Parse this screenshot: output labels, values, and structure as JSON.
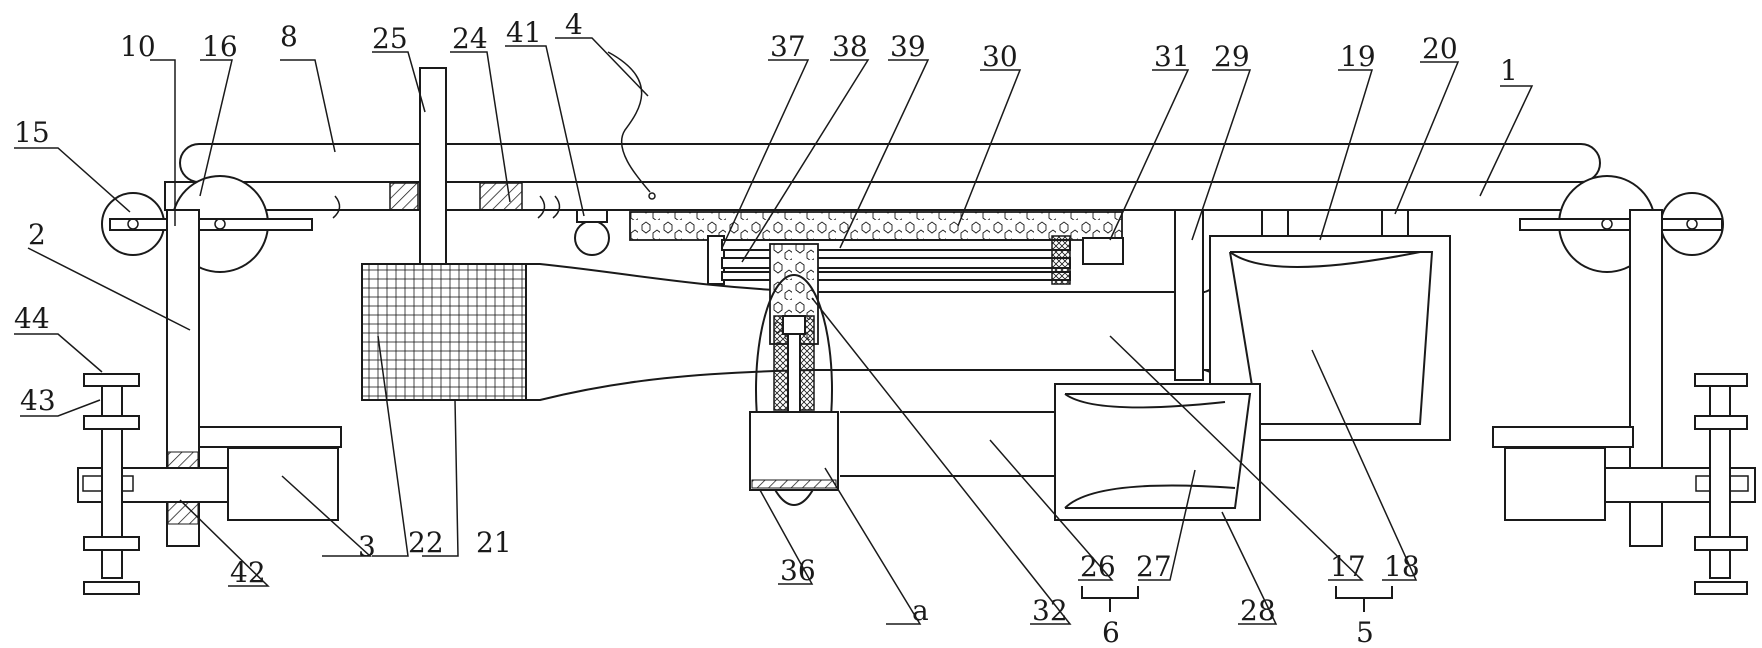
{
  "colors": {
    "ink": "#1a1a1a",
    "background": "#ffffff"
  },
  "labels": {
    "n1": "1",
    "n2": "2",
    "n3": "3",
    "n4": "4",
    "n5": "5",
    "n6": "6",
    "n8": "8",
    "n10": "10",
    "n15": "15",
    "n16": "16",
    "n17": "17",
    "n18": "18",
    "n19": "19",
    "n20": "20",
    "n21": "21",
    "n22": "22",
    "n24": "24",
    "n25": "25",
    "n26": "26",
    "n27": "27",
    "n28": "28",
    "n29": "29",
    "n30": "30",
    "n31": "31",
    "n32": "32",
    "n36": "36",
    "n37": "37",
    "n38": "38",
    "n39": "39",
    "n41": "41",
    "n42": "42",
    "n43": "43",
    "n44": "44",
    "na": "a"
  }
}
